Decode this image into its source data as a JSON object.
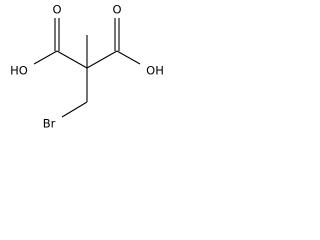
{
  "structure": {
    "atoms": {
      "oxygen_top_left": "O",
      "hydroxyl_left": "HO",
      "oxygen_top_right": "O",
      "hydroxyl_right": "OH",
      "bromine": "Br"
    }
  }
}
